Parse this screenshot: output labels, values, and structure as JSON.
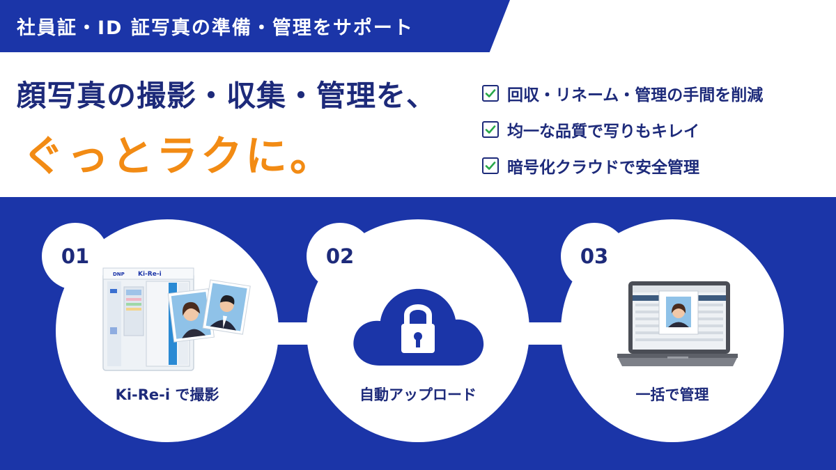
{
  "banner": {
    "text": "社員証・ID 証写真の準備・管理をサポート"
  },
  "headline": {
    "line1": "顔写真の撮影・収集・管理を、",
    "line2": "ぐっとラクに。"
  },
  "checklist": [
    {
      "text": "回収・リネーム・管理の手間を削減"
    },
    {
      "text": "均一な品質で写りもキレイ"
    },
    {
      "text": "暗号化クラウドで安全管理"
    }
  ],
  "steps": [
    {
      "number": "01",
      "label": "Ki-Re-i で撮影",
      "booth_brand": "Ki-Re-i",
      "booth_maker": "DNP"
    },
    {
      "number": "02",
      "label": "自動アップロード"
    },
    {
      "number": "03",
      "label": "一括で管理"
    }
  ],
  "colors": {
    "navy": "#1b35a8",
    "text": "#1d2a7a",
    "orange": "#f28b14",
    "check_green": "#2aa84a",
    "photo_blue": "#8fc2e8"
  },
  "icons": [
    "checkbox-icon",
    "photo-booth-illustration",
    "id-photo-icon",
    "cloud-lock-icon",
    "laptop-icon"
  ]
}
